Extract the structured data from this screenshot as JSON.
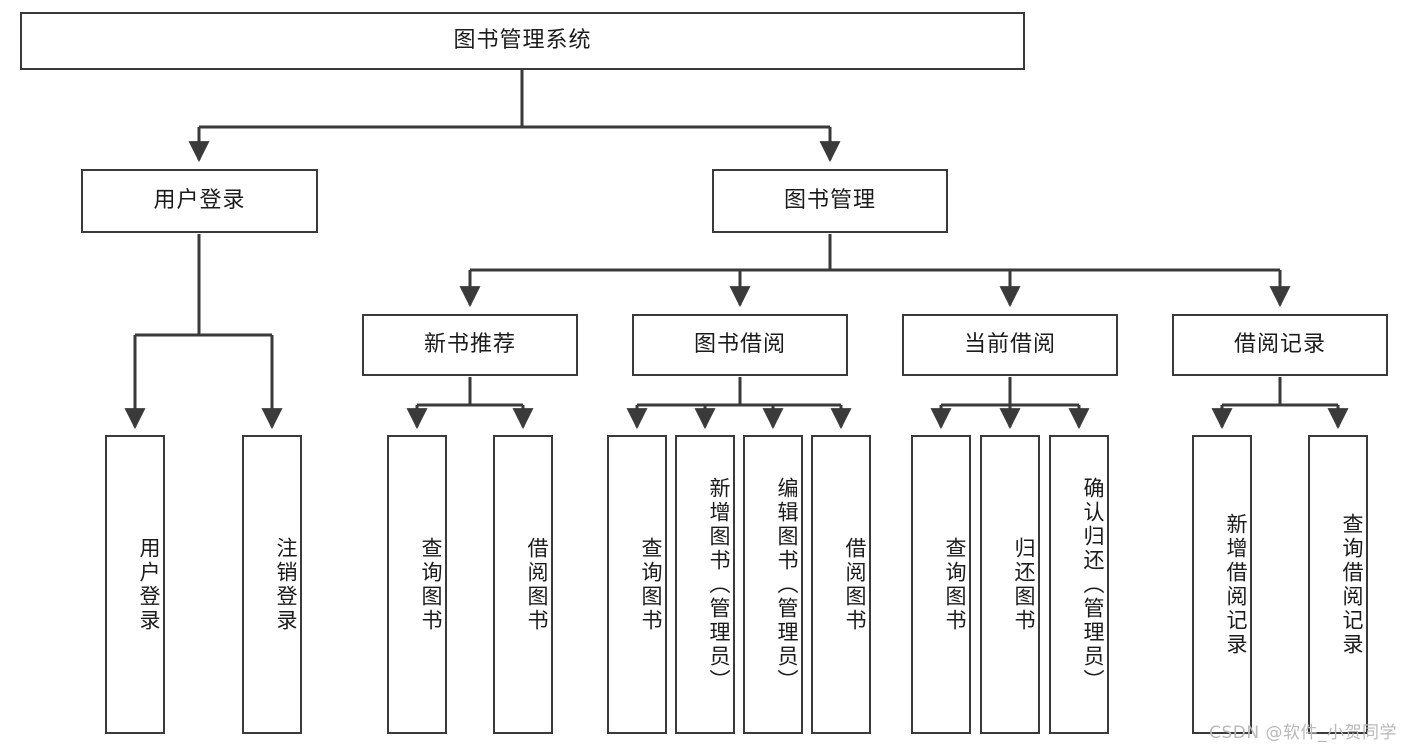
{
  "diagram": {
    "title": "图书管理系统",
    "watermark": "CSDN @软件_小贺同学",
    "colors": {
      "stroke": "#3a3a3a",
      "fill": "#ffffff",
      "text": "#1b1b1b",
      "watermark": "#b9b9b9"
    },
    "root": {
      "label": "图书管理系统"
    },
    "level1": [
      {
        "label": "用户登录"
      },
      {
        "label": "图书管理"
      }
    ],
    "level2": [
      {
        "label": "新书推荐"
      },
      {
        "label": "图书借阅"
      },
      {
        "label": "当前借阅"
      },
      {
        "label": "借阅记录"
      }
    ],
    "leaves": {
      "user_login": [
        {
          "label": "用户登录"
        },
        {
          "label": "注销登录"
        }
      ],
      "new_book": [
        {
          "label": "查询图书"
        },
        {
          "label": "借阅图书"
        }
      ],
      "book_borrow": [
        {
          "label": "查询图书"
        },
        {
          "label": "新增图书（管理员）"
        },
        {
          "label": "编辑图书（管理员）"
        },
        {
          "label": "借阅图书"
        }
      ],
      "current_borrow": [
        {
          "label": "查询图书"
        },
        {
          "label": "归还图书"
        },
        {
          "label": "确认归还（管理员）"
        }
      ],
      "borrow_record": [
        {
          "label": "新增借阅记录"
        },
        {
          "label": "查询借阅记录"
        }
      ]
    }
  }
}
